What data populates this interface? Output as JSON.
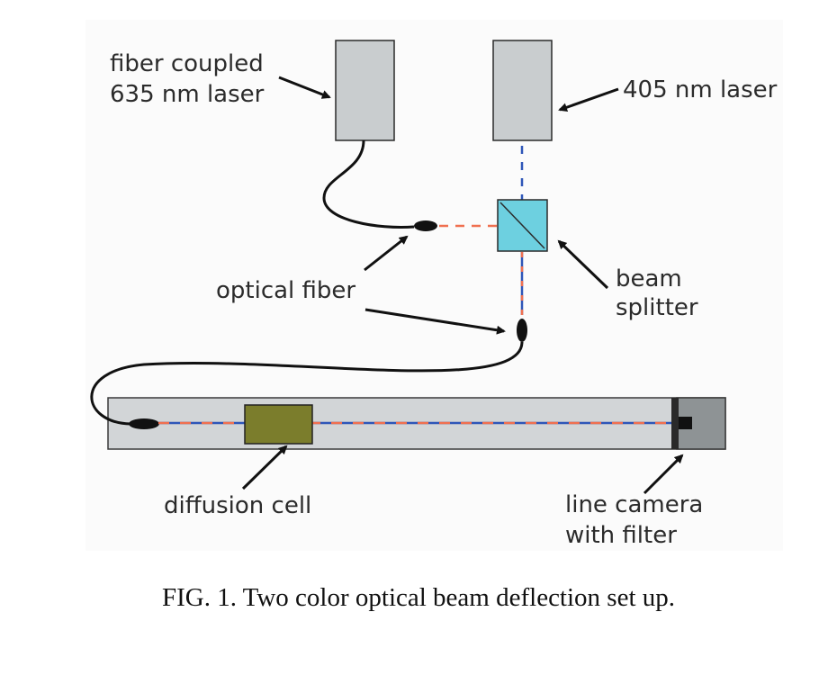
{
  "labels": {
    "fiber_laser_line1": "fiber coupled",
    "fiber_laser_line2": "635 nm laser",
    "laser_405": "405 nm laser",
    "optical_fiber": "optical fiber",
    "beam_splitter_line1": "beam",
    "beam_splitter_line2": "splitter",
    "diffusion_cell": "diffusion cell",
    "line_camera_line1": "line camera",
    "line_camera_line2": "with filter"
  },
  "caption": "FIG. 1.  Two color optical beam deflection set up.",
  "colors": {
    "laser_box": "#c9cdcf",
    "beam_splitter": "#6dd0e0",
    "rail": "#d2d5d7",
    "diffusion_cell": "#7b7d2c",
    "camera_housing": "#8e9395",
    "camera_sensor": "#2a2a2a",
    "beam_red": "#f07050",
    "beam_blue": "#2e56b8",
    "fiber": "#111111"
  }
}
